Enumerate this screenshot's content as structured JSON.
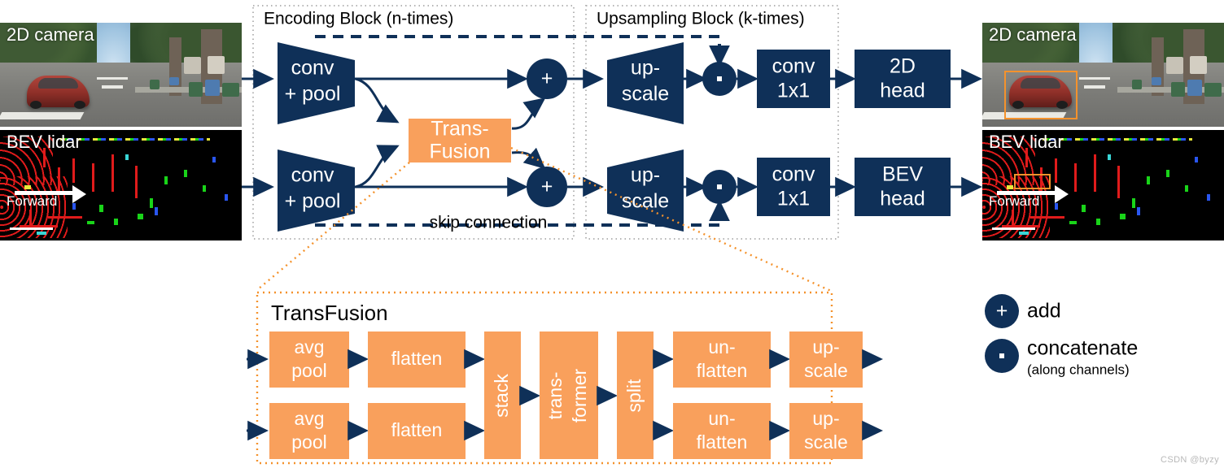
{
  "meta": {
    "title": "TransFusion multi-modal camera-lidar detection architecture",
    "watermark": "CSDN @byzy"
  },
  "colors": {
    "navy": "#0f3058",
    "orange": "#f9a05c",
    "orange_line": "#f4922c",
    "white": "#ffffff",
    "black": "#000000",
    "dotted_gray": "#b5b5b5"
  },
  "inputs": [
    {
      "caption": "2D camera",
      "type": "camera-image",
      "overlay": null
    },
    {
      "caption": "BEV lidar",
      "type": "lidar-bev-image",
      "overlay": "Forward"
    }
  ],
  "outputs": [
    {
      "caption": "2D camera",
      "type": "camera-image",
      "overlay": null,
      "has_detection_box": true
    },
    {
      "caption": "BEV lidar",
      "type": "lidar-bev-image",
      "overlay": "Forward",
      "has_detection_box": true
    }
  ],
  "groups": [
    {
      "id": "encoding",
      "label": "Encoding Block (n-times)"
    },
    {
      "id": "upsampling",
      "label": "Upsampling Block (k-times)"
    },
    {
      "id": "transfusion",
      "label": "TransFusion"
    }
  ],
  "main_blocks": {
    "encoder_camera": {
      "line1": "conv",
      "line2": "+ pool",
      "shape": "trapezoid-shrink"
    },
    "encoder_lidar": {
      "line1": "conv",
      "line2": "+ pool",
      "shape": "trapezoid-shrink"
    },
    "fusion": {
      "line1": "Trans-",
      "line2": "Fusion",
      "shape": "rect-orange"
    },
    "upscale_camera": {
      "line1": "up-",
      "line2": "scale",
      "shape": "trapezoid-grow"
    },
    "upscale_lidar": {
      "line1": "up-",
      "line2": "scale",
      "shape": "trapezoid-grow"
    },
    "conv1x1_camera": {
      "line1": "conv",
      "line2": "1x1",
      "shape": "rect-navy"
    },
    "conv1x1_lidar": {
      "line1": "conv",
      "line2": "1x1",
      "shape": "rect-navy"
    },
    "head_camera": {
      "line1": "2D",
      "line2": "head",
      "shape": "rect-navy"
    },
    "head_lidar": {
      "line1": "BEV",
      "line2": "head",
      "shape": "rect-navy"
    }
  },
  "operators": {
    "add_camera": "+",
    "add_lidar": "+",
    "concat_camera": "·",
    "concat_lidar": "·"
  },
  "annotations": {
    "skip_connection": "skip connection"
  },
  "transfusion_detail": {
    "title": "TransFusion",
    "top_row": [
      {
        "line1": "avg",
        "line2": "pool"
      },
      {
        "line1": "flatten",
        "line2": ""
      },
      {
        "line1": "un-",
        "line2": "flatten"
      },
      {
        "line1": "up-",
        "line2": "scale"
      }
    ],
    "bottom_row": [
      {
        "line1": "avg",
        "line2": "pool"
      },
      {
        "line1": "flatten",
        "line2": ""
      },
      {
        "line1": "un-",
        "line2": "flatten"
      },
      {
        "line1": "up-",
        "line2": "scale"
      }
    ],
    "shared": [
      {
        "label": "stack",
        "rotated": true
      },
      {
        "line1": "trans-",
        "line2": "former",
        "rotated": true
      },
      {
        "label": "split",
        "rotated": true
      }
    ]
  },
  "legend": [
    {
      "symbol": "+",
      "label": "add",
      "sublabel": ""
    },
    {
      "symbol": "·",
      "label": "concatenate",
      "sublabel": "(along channels)"
    }
  ]
}
